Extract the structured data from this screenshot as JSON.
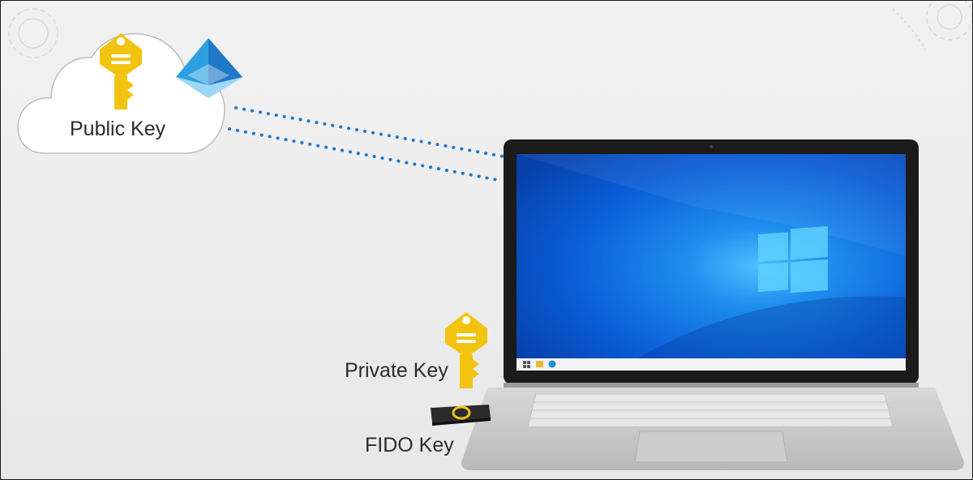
{
  "labels": {
    "public_key": "Public Key",
    "private_key": "Private Key",
    "fido_key": "FIDO Key"
  },
  "icons": {
    "cloud": "cloud-icon",
    "public_key": "key-icon",
    "azure_ad": "azure-ad-pyramid-icon",
    "private_key": "key-icon",
    "fido_device": "fido-security-key-icon",
    "laptop": "laptop-icon",
    "windows_logo": "windows-logo-icon"
  },
  "colors": {
    "background": "#ececec",
    "key_gold": "#f2c40f",
    "connector_dots": "#1e7ac9",
    "screen_blue": "#0a5cd6",
    "laptop_body": "#c9c9c9"
  }
}
